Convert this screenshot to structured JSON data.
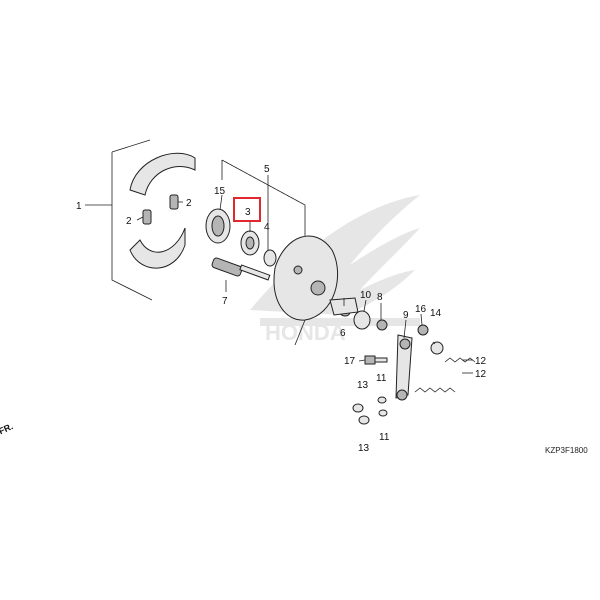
{
  "diagram_code": "KZP3F1800",
  "direction_label": "FR.",
  "highlight_color": "#e0282e",
  "highlighted_part": "3",
  "watermark": "HONDA wing logo",
  "callouts": {
    "c1": "1",
    "c2a": "2",
    "c2b": "2",
    "c3": "3",
    "c4": "4",
    "c5": "5",
    "c6": "6",
    "c7": "7",
    "c8": "8",
    "c9": "9",
    "c10": "10",
    "c11a": "11",
    "c11b": "11",
    "c12a": "12",
    "c12b": "12",
    "c13a": "13",
    "c13b": "13",
    "c14": "14",
    "c15": "15",
    "c16": "16",
    "c17": "17"
  }
}
